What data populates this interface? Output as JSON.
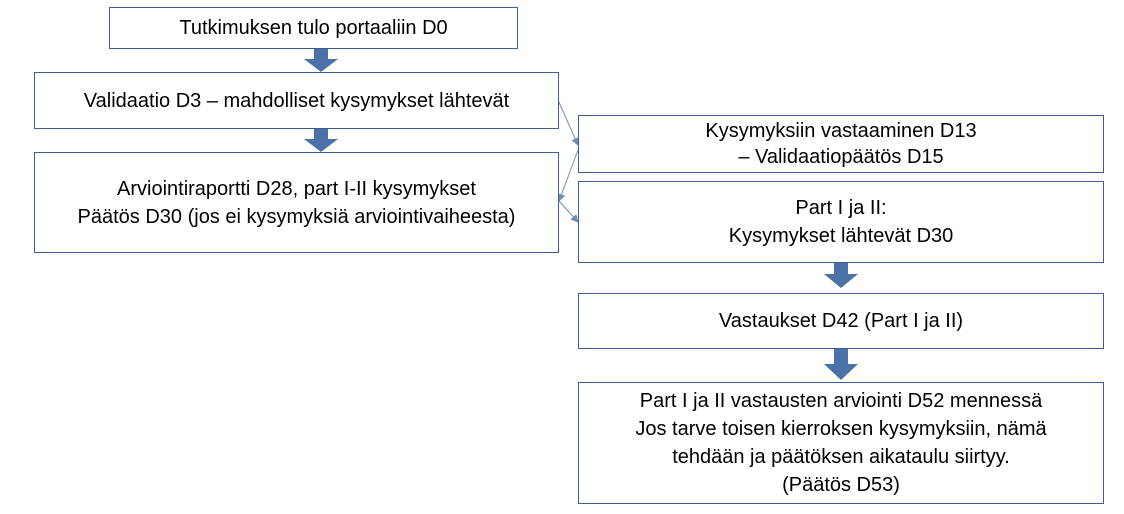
{
  "diagram": {
    "colors": {
      "border": "#3e5f93",
      "arrow": "#4a72a6",
      "connector": "#6d8db8"
    },
    "boxes": [
      {
        "id": "d0",
        "lines": [
          "Tutkimuksen tulo portaaliin D0"
        ]
      },
      {
        "id": "d3",
        "lines": [
          "Validaatio D3 – mahdolliset kysymykset lähtevät"
        ]
      },
      {
        "id": "d28",
        "lines": [
          "Arviointiraportti D28, part I-II kysymykset",
          "Päätös D30 (jos ei kysymyksiä arviointivaiheesta)"
        ]
      },
      {
        "id": "d13",
        "lines": [
          "Kysymyksiin vastaaminen D13",
          "– Validaatiopäätös D15"
        ]
      },
      {
        "id": "d30",
        "lines": [
          "Part I ja II:",
          "Kysymykset lähtevät D30"
        ]
      },
      {
        "id": "d42",
        "lines": [
          "Vastaukset D42 (Part I ja II)"
        ]
      },
      {
        "id": "d52",
        "lines": [
          "Part I ja II vastausten arviointi D52 mennessä",
          "Jos tarve toisen kierroksen kysymyksiin, nämä",
          "tehdään ja päätöksen aikataulu siirtyy.",
          "(Päätös D53)"
        ]
      }
    ],
    "arrows": [
      "block-arrow-down",
      "block-arrow-down",
      "block-arrow-down",
      "block-arrow-down",
      "thin-arrow",
      "thin-arrow",
      "thin-arrow"
    ]
  }
}
